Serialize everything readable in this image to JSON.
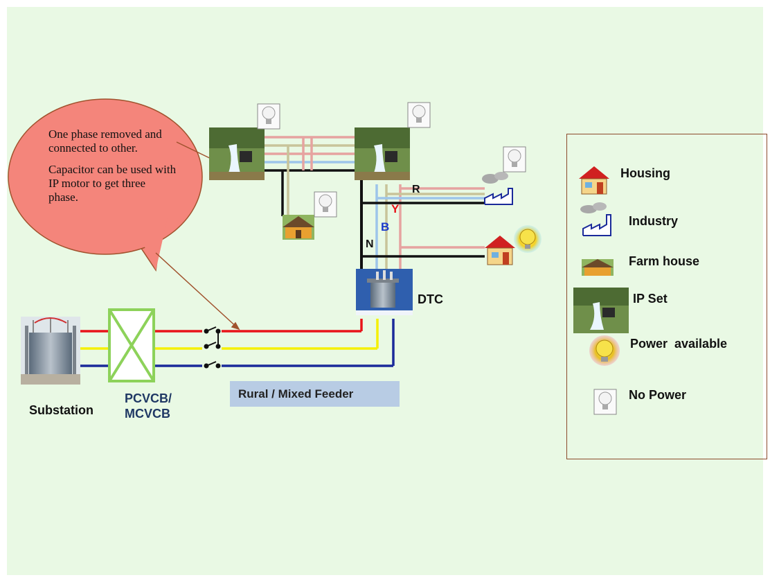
{
  "callout": {
    "line1": "One phase removed and connected to other.",
    "line2": "Capacitor can be used with IP motor to get three phase."
  },
  "labels": {
    "substation": "Substation",
    "breaker_line1": "PCVCB/",
    "breaker_line2": "MCVCB",
    "feeder": "Rural / Mixed Feeder",
    "dtc": "DTC",
    "phase_r": "R",
    "phase_y": "Y",
    "phase_b": "B",
    "neutral": "N"
  },
  "legend": {
    "items": [
      {
        "label": "Housing",
        "icon": "house-icon"
      },
      {
        "label": "Industry",
        "icon": "factory-icon"
      },
      {
        "label": "Farm house",
        "icon": "farm-house-icon"
      },
      {
        "label": "IP Set",
        "icon": "ip-set-icon"
      },
      {
        "label": "Power  available",
        "icon": "lit-bulb-icon"
      },
      {
        "label": "No Power",
        "icon": "unlit-bulb-icon"
      }
    ]
  },
  "colors": {
    "background": "#e9f9e4",
    "red_phase": "#e8141a",
    "yellow_phase": "#f5f000",
    "blue_phase": "#1a2a9a",
    "pink_line": "#e6a3a0",
    "light_blue_line": "#9ec5ea",
    "olive_line": "#c8c49a",
    "black_line": "#111111",
    "callout_fill": "#f4857b",
    "legend_border": "#8b4a2a",
    "breaker_green": "#8dd25a",
    "feeder_box": "#b8cce4"
  }
}
